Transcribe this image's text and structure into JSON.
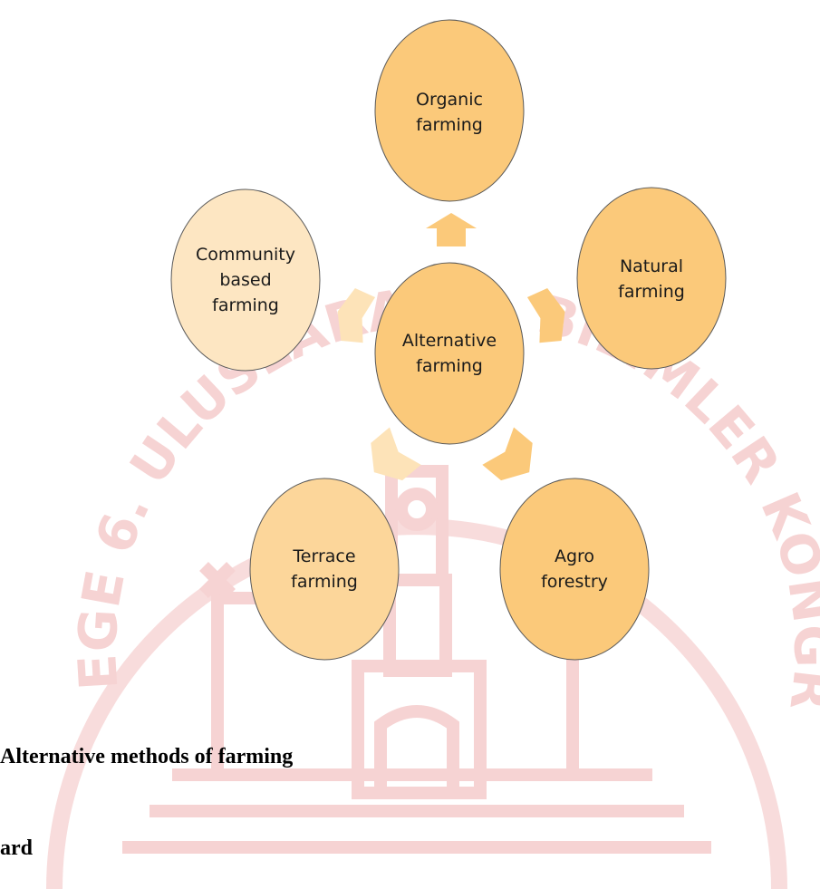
{
  "colors": {
    "node_fill": "#fbc97a",
    "node_fill_light": "#fde6c2",
    "node_stroke": "#595959",
    "arrow": "#fbc97a",
    "arrow_light": "#fde3b8",
    "watermark": "#f6d3d3"
  },
  "diagram": {
    "center": {
      "label_line1": "Alternative",
      "label_line2": "farming"
    },
    "nodes": {
      "top": {
        "label_line1": "Organic",
        "label_line2": "farming"
      },
      "right": {
        "label_line1": "Natural",
        "label_line2": "farming"
      },
      "bottom_right": {
        "label_line1": "Agro",
        "label_line2": "forestry"
      },
      "bottom_left": {
        "label_line1": "Terrace",
        "label_line2": "farming"
      },
      "left": {
        "label_line1": "Community",
        "label_line2": "based",
        "label_line3": "farming"
      }
    }
  },
  "watermark": {
    "text_left": "EGE 6. ULUSLARARASI",
    "text_right": "BİLİMLER KONGRESİ"
  },
  "caption": "Alternative methods of farming",
  "fragment": "ard"
}
